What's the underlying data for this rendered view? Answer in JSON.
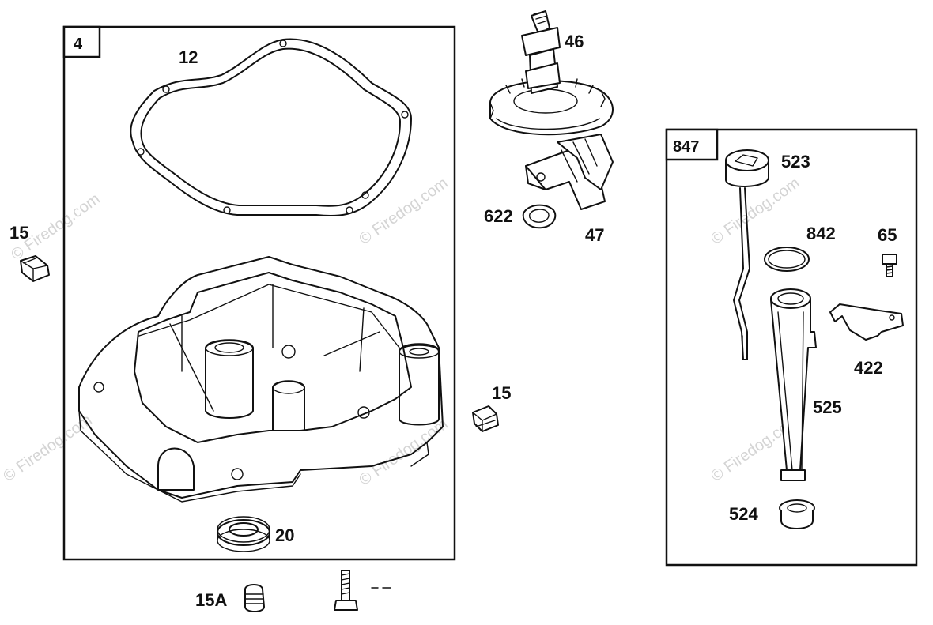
{
  "watermark": "© Firedog.com",
  "groups": [
    {
      "id": "4"
    },
    {
      "id": "847"
    }
  ],
  "parts": {
    "p12": "12",
    "p15_left": "15",
    "p15_right": "15",
    "p20": "20",
    "p15A": "15A",
    "p46": "46",
    "p47": "47",
    "p622": "622",
    "p523": "523",
    "p842": "842",
    "p65": "65",
    "p422": "422",
    "p525": "525",
    "p524": "524"
  }
}
